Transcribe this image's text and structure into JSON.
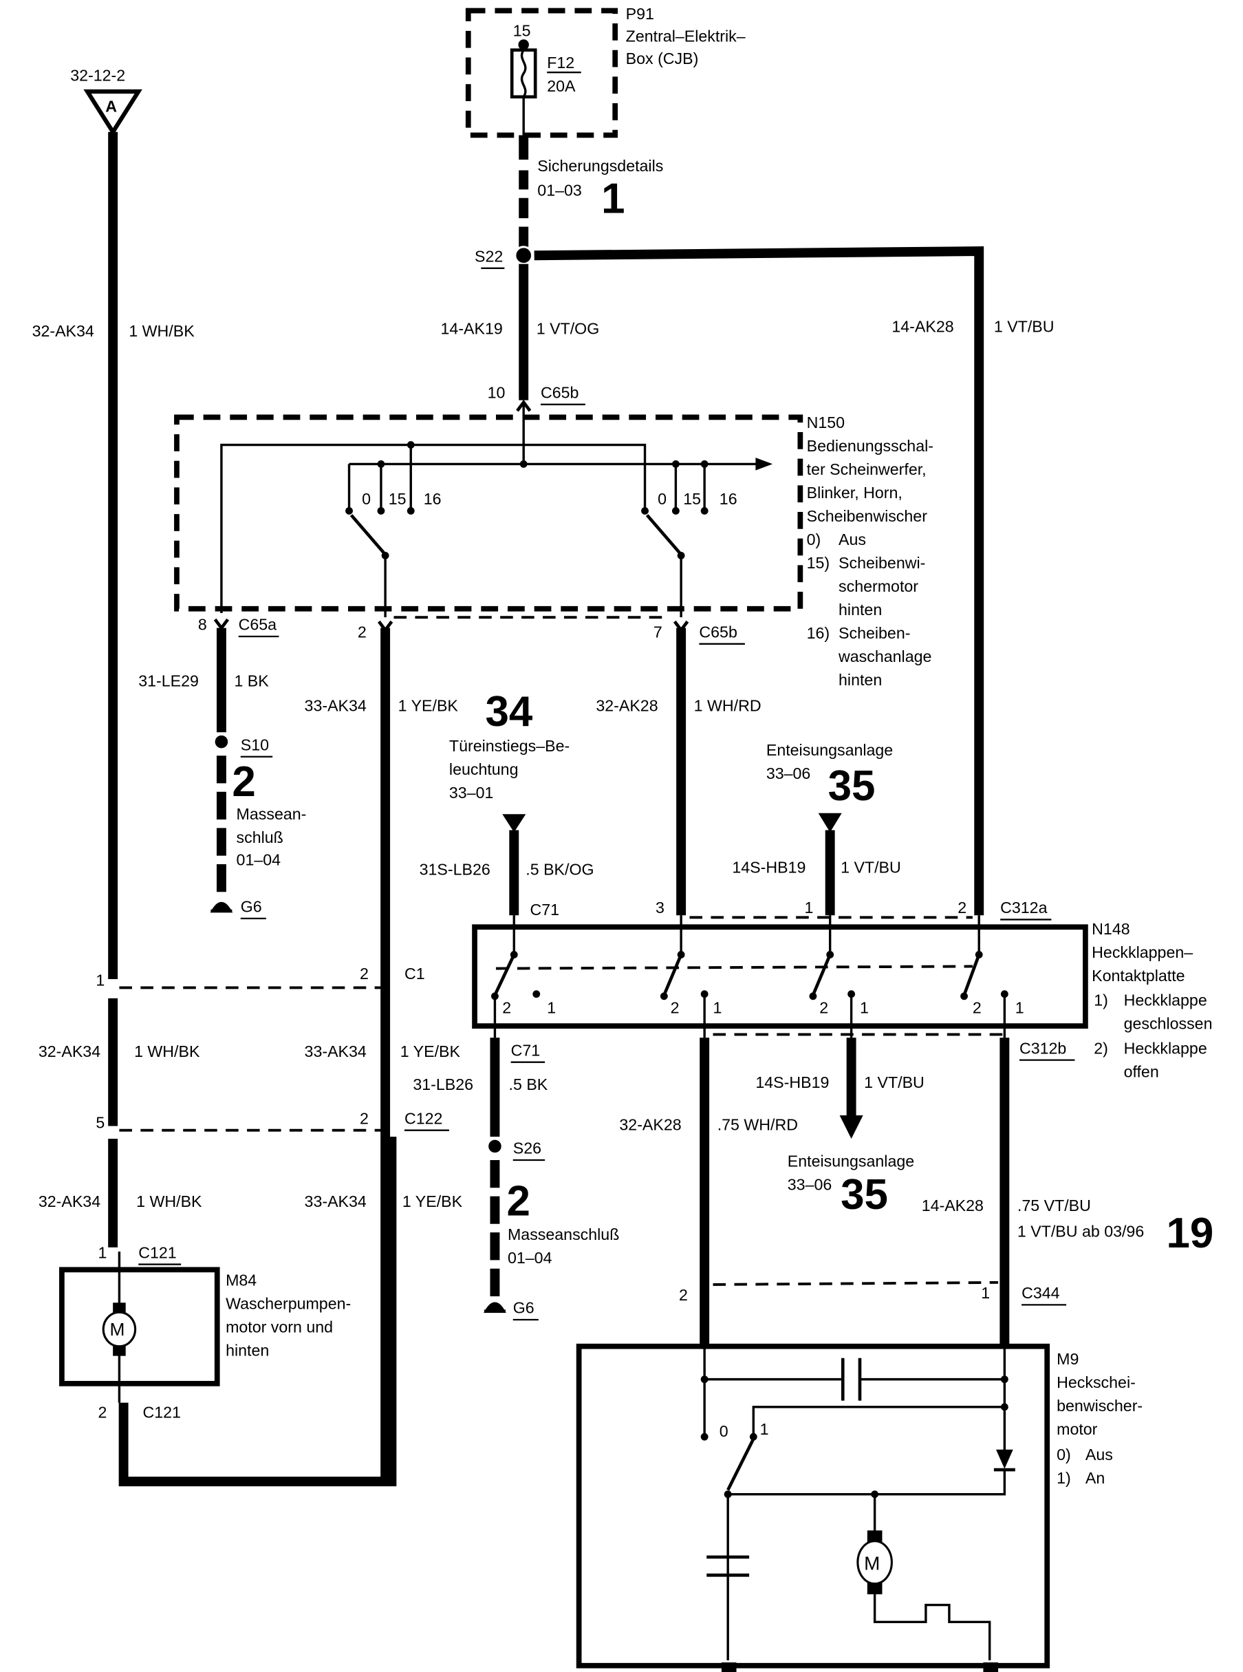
{
  "diagram": {
    "title": "Heckscheibenwischer / Waschanlage Schaltplan",
    "components": {
      "p91": {
        "id": "P91",
        "lines": [
          "Zentral–Elektrik–",
          "Box (CJB)"
        ]
      },
      "fuse": {
        "pin": "15",
        "id": "F12",
        "rating": "20A"
      },
      "fuse_ref": {
        "lines": [
          "Sicherungsdetails",
          "01–03"
        ],
        "ref_num": "1"
      },
      "s22": "S22",
      "conn_a": {
        "ref": "32-12-2",
        "letter": "A"
      },
      "n150": {
        "id": "N150",
        "lines": [
          "Bedienungsschal-",
          "ter Scheinwerfer,",
          "Blinker, Horn,",
          "Scheibenwischer"
        ],
        "legend": [
          {
            "key": "0)",
            "lines": [
              "Aus"
            ]
          },
          {
            "key": "15)",
            "lines": [
              "Scheibenwi-",
              "schermotor",
              "hinten"
            ]
          },
          {
            "key": "16)",
            "lines": [
              "Scheiben-",
              "waschanlage",
              "hinten"
            ]
          }
        ],
        "switch_positions": [
          "0",
          "15",
          "16"
        ]
      },
      "s10": {
        "id": "S10",
        "ref_num": "2",
        "lines": [
          "Massean-",
          "schluß",
          "01–04"
        ],
        "ground": "G6"
      },
      "ref34": {
        "num": "34",
        "lines": [
          "Türeinstiegs–Be-",
          "leuchtung",
          "33–01"
        ]
      },
      "ref35_top": {
        "num": "35",
        "title": "Enteisungsanlage",
        "page": "33–06"
      },
      "ref35_bottom": {
        "num": "35",
        "title": "Enteisungsanlage",
        "page": "33–06"
      },
      "n148": {
        "id": "N148",
        "lines": [
          "Heckklappen–",
          "Kontaktplatte"
        ],
        "legend": [
          {
            "key": "1)",
            "lines": [
              "Heckklappe",
              "geschlossen"
            ]
          },
          {
            "key": "2)",
            "lines": [
              "Heckklappe",
              "offen"
            ]
          }
        ],
        "contact_labels": [
          "2",
          "1"
        ]
      },
      "s26": {
        "id": "S26",
        "ref_num": "2",
        "lines": [
          "Masseanschluß",
          "01–04"
        ],
        "ground": "G6"
      },
      "m84": {
        "id": "M84",
        "lines": [
          "Wascherpumpen-",
          "motor vorn und",
          "hinten"
        ],
        "symbol": "M"
      },
      "m9": {
        "id": "M9",
        "lines": [
          "Heckschei-",
          "benwischer-",
          "motor"
        ],
        "legend": [
          {
            "key": "0)",
            "text": "Aus"
          },
          {
            "key": "1)",
            "text": "An"
          }
        ],
        "switch_positions": [
          "0",
          "1"
        ],
        "symbol": "M"
      },
      "ref19": {
        "num": "19",
        "note": "1 VT/BU  ab 03/96"
      }
    },
    "connectors": {
      "c65b_top": {
        "pin": "10",
        "id": "C65b"
      },
      "c65a": {
        "pin": "8",
        "id": "C65a"
      },
      "c65_mid": {
        "pin": "2"
      },
      "c65b_bot": {
        "pin": "7",
        "id": "C65b"
      },
      "c71_top": {
        "id": "C71"
      },
      "c312a": {
        "pins": [
          "3",
          "1",
          "2"
        ],
        "id": "C312a"
      },
      "c71_bot": {
        "id": "C71"
      },
      "c312b": {
        "id": "C312b"
      },
      "c1": {
        "pins": [
          "1",
          "2"
        ],
        "id": "C1"
      },
      "c122": {
        "pins": [
          "5",
          "2"
        ],
        "id": "C122"
      },
      "c121_top": {
        "pin": "1",
        "id": "C121"
      },
      "c121_bot": {
        "pin": "2",
        "id": "C121"
      },
      "c344": {
        "pins": [
          "2",
          "1"
        ],
        "id": "C344"
      }
    },
    "wires": [
      {
        "circuit": "32-AK34",
        "spec": "1 WH/BK"
      },
      {
        "circuit": "14-AK19",
        "spec": "1 VT/OG"
      },
      {
        "circuit": "14-AK28",
        "spec": "1 VT/BU"
      },
      {
        "circuit": "31-LE29",
        "spec": "1 BK"
      },
      {
        "circuit": "33-AK34",
        "spec": "1 YE/BK"
      },
      {
        "circuit": "32-AK28",
        "spec": "1 WH/RD"
      },
      {
        "circuit": "31S-LB26",
        "spec": ".5 BK/OG"
      },
      {
        "circuit": "14S-HB19",
        "spec": "1 VT/BU"
      },
      {
        "circuit": "32-AK34",
        "spec": "1 WH/BK"
      },
      {
        "circuit": "33-AK34",
        "spec": "1 YE/BK"
      },
      {
        "circuit": "31-LB26",
        "spec": ".5 BK"
      },
      {
        "circuit": "14S-HB19",
        "spec": "1 VT/BU"
      },
      {
        "circuit": "32-AK28",
        "spec": ".75 WH/RD"
      },
      {
        "circuit": "32-AK34",
        "spec": "1 WH/BK"
      },
      {
        "circuit": "33-AK34",
        "spec": "1 YE/BK"
      },
      {
        "circuit": "14-AK28",
        "spec": ".75 VT/BU"
      }
    ]
  }
}
